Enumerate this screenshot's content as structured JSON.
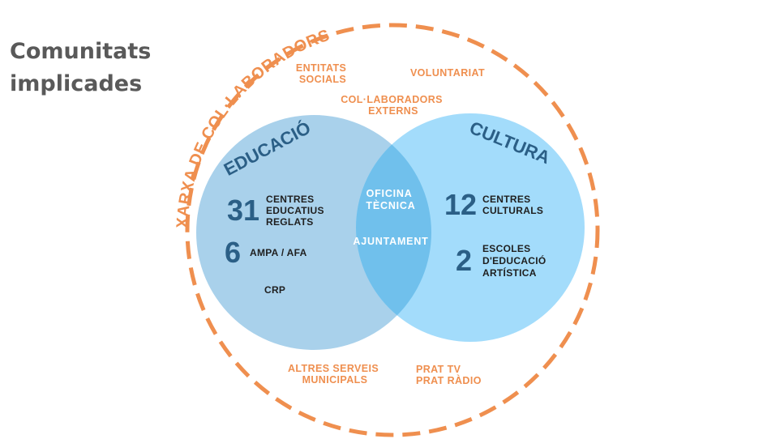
{
  "title": [
    "Comunitats",
    "implicades"
  ],
  "network_label": "XARXA DE COL·LABORADORS",
  "colors": {
    "orange": "#ef8f4f",
    "education_circle": "#a9d1eb",
    "culture_circle": "#a3dcfb",
    "overlap": "#70c0ec",
    "title_blue": "#2b5f86",
    "heading_gray": "#595959"
  },
  "outer_labels": {
    "entitats_socials": [
      "ENTITATS",
      "SOCIALS"
    ],
    "voluntariat": [
      "VOLUNTARIAT"
    ],
    "col_laboradors_externs": [
      "COL·LABORADORS",
      "EXTERNS"
    ],
    "altres_serveis": [
      "ALTRES SERVEIS",
      "MUNICIPALS"
    ],
    "prat_media": [
      "PRAT TV",
      "PRAT RÀDIO"
    ]
  },
  "education": {
    "title": "EDUCACIÓ",
    "items": [
      {
        "number": "31",
        "label": [
          "CENTRES",
          "EDUCATIUS",
          "REGLATS"
        ]
      },
      {
        "number": "6",
        "label": [
          "AMPA / AFA"
        ]
      },
      {
        "number": "",
        "label": [
          "CRP"
        ]
      }
    ]
  },
  "culture": {
    "title": "CULTURA",
    "items": [
      {
        "number": "12",
        "label": [
          "CENTRES",
          "CULTURALS"
        ]
      },
      {
        "number": "2",
        "label": [
          "ESCOLES",
          "D'EDUCACIÓ",
          "ARTÍSTICA"
        ]
      }
    ]
  },
  "overlap": {
    "office": [
      "OFICINA",
      "TÈCNICA"
    ],
    "city_council": "AJUNTAMENT"
  }
}
